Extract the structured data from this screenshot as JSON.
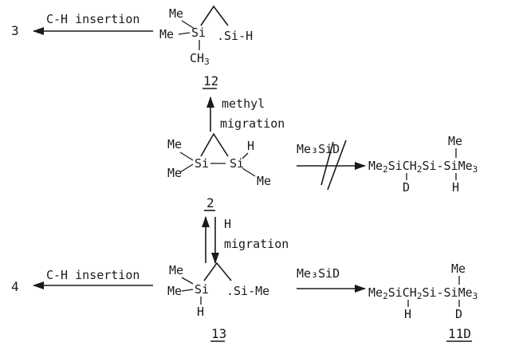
{
  "labels": {
    "ch_insertion": "C-H insertion",
    "methyl": "methyl",
    "migration": "migration",
    "h": "H",
    "me3sid": "Me₃SiD"
  },
  "atoms": {
    "me": "Me",
    "si": "Si",
    "h": "H",
    "d": "D",
    "ch3": "CH",
    "three": "3",
    "si_h": ".Si-H",
    "si_me": ".Si-Me",
    "si_dot": ".Si"
  },
  "products": {
    "blocked_a": "Me",
    "blocked_b": "2",
    "blocked_c": "SiCH",
    "blocked_d": "2",
    "blocked_e": "Si-SiMe",
    "blocked_f": "3",
    "product_11d_a": "Me",
    "product_11d_b": "2",
    "product_11d_c": "SiCH",
    "product_11d_d": "2",
    "product_11d_e": "Si-SiMe",
    "product_11d_f": "3"
  },
  "compound_numbers": {
    "c3": "3",
    "c12": "12",
    "c2": "2",
    "c4": "4",
    "c13": "13",
    "c11d": "11D"
  }
}
